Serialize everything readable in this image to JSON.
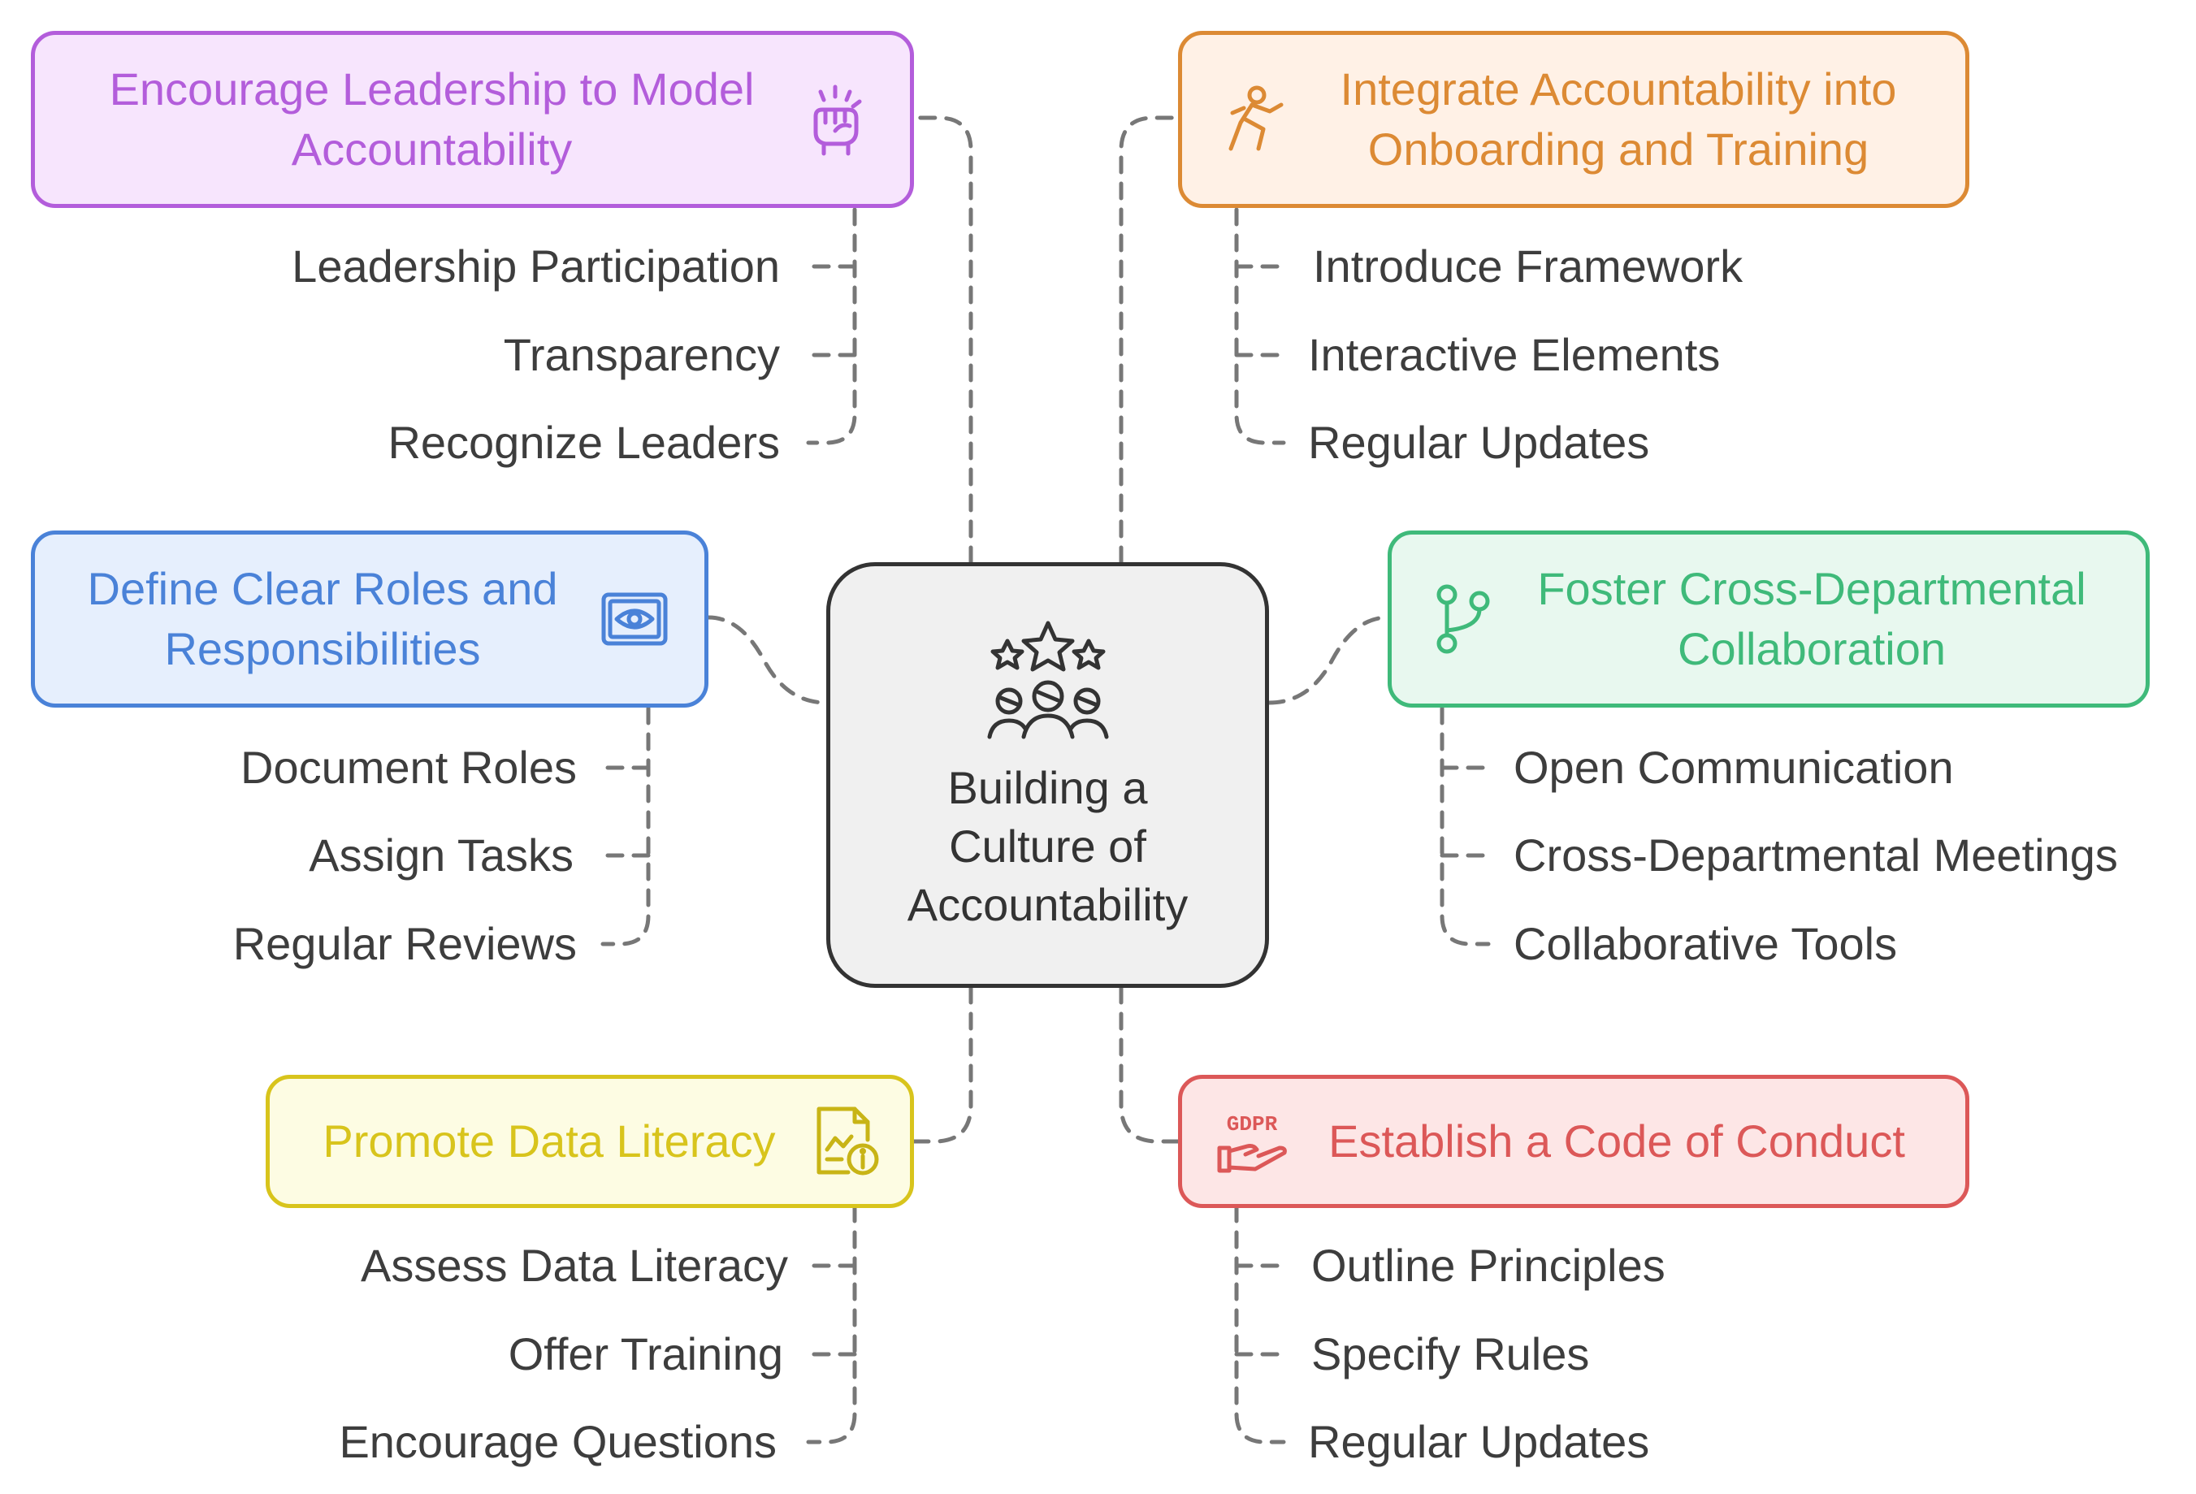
{
  "center": {
    "title": "Building a Culture of Accountability",
    "icon": "stars-and-people-icon"
  },
  "branches": {
    "leadership": {
      "title": "Encourage Leadership to Model Accountability",
      "icon": "raised-fist-icon",
      "color": "#b35ddb",
      "fill": "#f7e5fd",
      "items": [
        "Leadership Participation",
        "Transparency",
        "Recognize Leaders"
      ]
    },
    "onboarding": {
      "title": "Integrate Accountability into Onboarding and Training",
      "icon": "climbing-person-icon",
      "color": "#dc8a34",
      "fill": "#fff1e6",
      "items": [
        "Introduce Framework",
        "Interactive Elements",
        "Regular Updates"
      ]
    },
    "roles": {
      "title": "Define Clear Roles and Responsibilities",
      "icon": "eye-frame-icon",
      "color": "#4a82d8",
      "fill": "#e6effd",
      "items": [
        "Document Roles",
        "Assign Tasks",
        "Regular Reviews"
      ]
    },
    "collaboration": {
      "title": "Foster Cross-Departmental Collaboration",
      "icon": "branch-icon",
      "color": "#3fba7a",
      "fill": "#e8f8ef",
      "items": [
        "Open Communication",
        "Cross-Departmental Meetings",
        "Collaborative Tools"
      ]
    },
    "data_literacy": {
      "title": "Promote Data Literacy",
      "icon": "document-chart-info-icon",
      "color": "#d8c41c",
      "fill": "#fdfce3",
      "items": [
        "Assess Data Literacy",
        "Offer Training",
        "Encourage Questions"
      ]
    },
    "code_of_conduct": {
      "title": "Establish a Code of Conduct",
      "icon": "gdpr-hand-icon",
      "color": "#dc5858",
      "fill": "#fde6e6",
      "items": [
        "Outline Principles",
        "Specify Rules",
        "Regular Updates"
      ]
    }
  }
}
